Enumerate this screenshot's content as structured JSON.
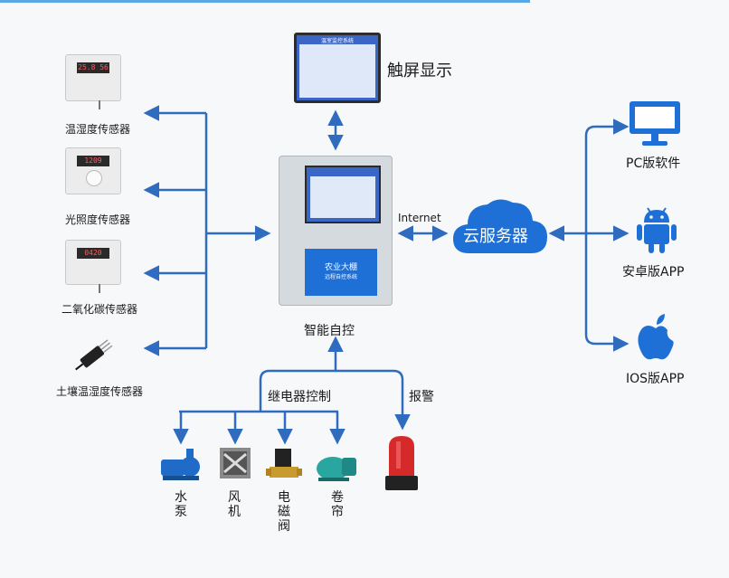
{
  "sensors": [
    {
      "label": "温湿度传感器",
      "display": "25.8 56"
    },
    {
      "label": "光照度传感器",
      "display": "1209"
    },
    {
      "label": "二氧化碳传感器",
      "display": "0420"
    },
    {
      "label": "土壤温湿度传感器"
    }
  ],
  "touchscreen": {
    "label": "触屏显示",
    "title": "温室监控系统"
  },
  "controller": {
    "label": "智能自控",
    "plate_title": "农业大棚",
    "plate_subtitle": "远程自控系统"
  },
  "internet_label": "Internet",
  "cloud_label": "云服务器",
  "clients": [
    {
      "label": "PC版软件",
      "icon": "monitor-icon"
    },
    {
      "label": "安卓版APP",
      "icon": "android-icon"
    },
    {
      "label": "IOS版APP",
      "icon": "apple-icon"
    }
  ],
  "relay_label": "继电器控制",
  "alarm_label": "报警",
  "devices": [
    {
      "label": "水泵",
      "icon": "water-pump-icon"
    },
    {
      "label": "风机",
      "icon": "fan-icon"
    },
    {
      "label": "电磁阀",
      "icon": "solenoid-valve-icon"
    },
    {
      "label": "卷帘",
      "icon": "roller-motor-icon"
    }
  ],
  "colors": {
    "line": "#2f6bbf",
    "cloud": "#1e6fd6",
    "device": "#1f6bc7",
    "alarm": "#d62a2a"
  }
}
